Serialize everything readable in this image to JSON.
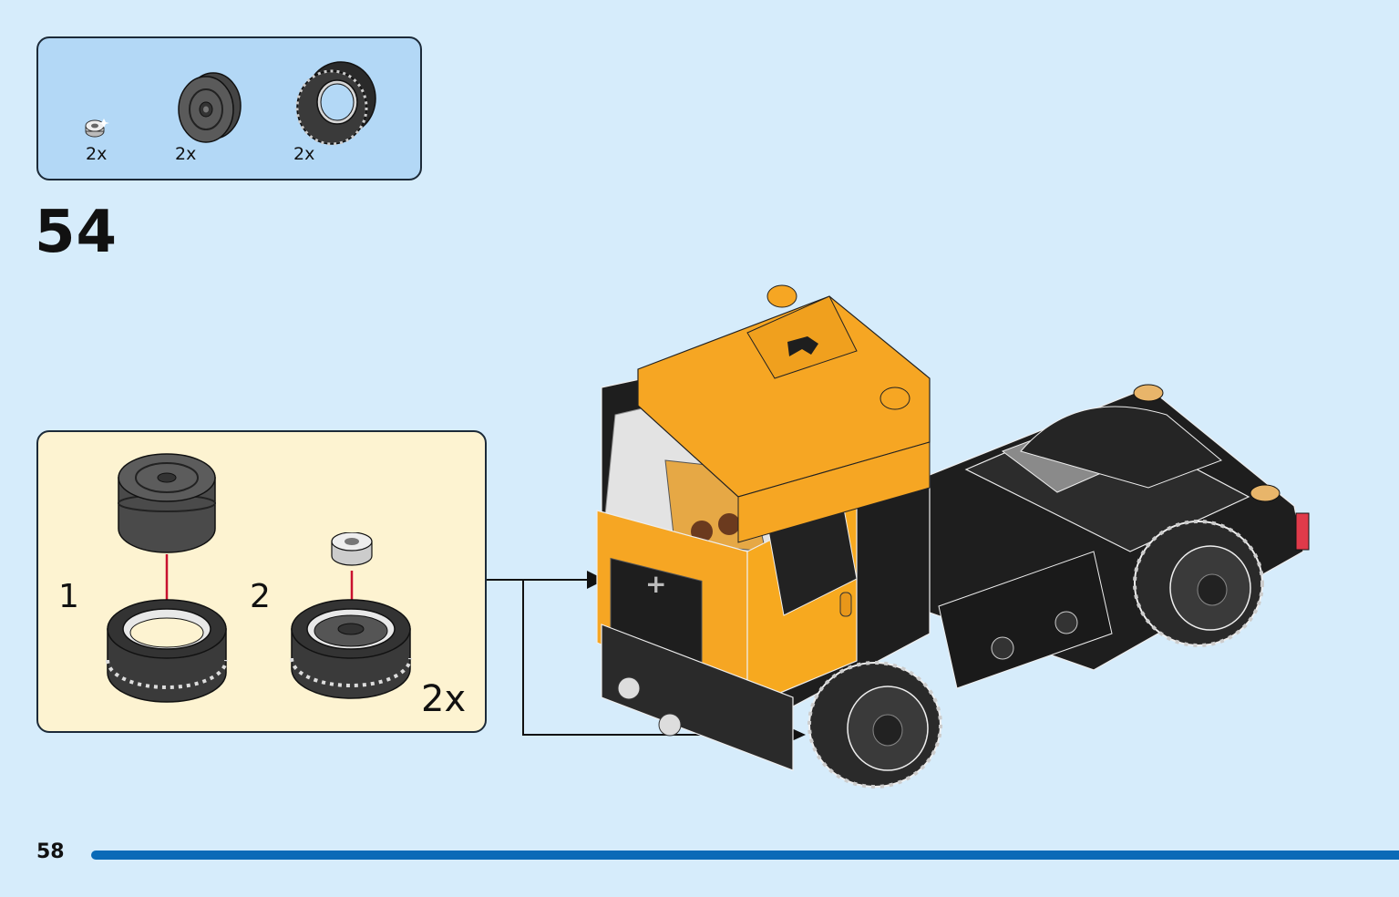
{
  "parts": [
    {
      "name": "bearing",
      "qty": "2x"
    },
    {
      "name": "rim",
      "qty": "2x"
    },
    {
      "name": "tire",
      "qty": "2x"
    }
  ],
  "step": {
    "number": "54"
  },
  "subassembly": {
    "step1_label": "1",
    "step2_label": "2",
    "qty": "2x"
  },
  "page": {
    "number": "58"
  },
  "colors": {
    "background": "#d6ecfb",
    "parts_box": "#b3d8f6",
    "sub_box": "#fdf3d1",
    "cab_orange": "#f6a623",
    "chassis_black": "#1e1e1e",
    "arrow_red": "#c8102e",
    "progress_blue": "#0a6ab7"
  }
}
